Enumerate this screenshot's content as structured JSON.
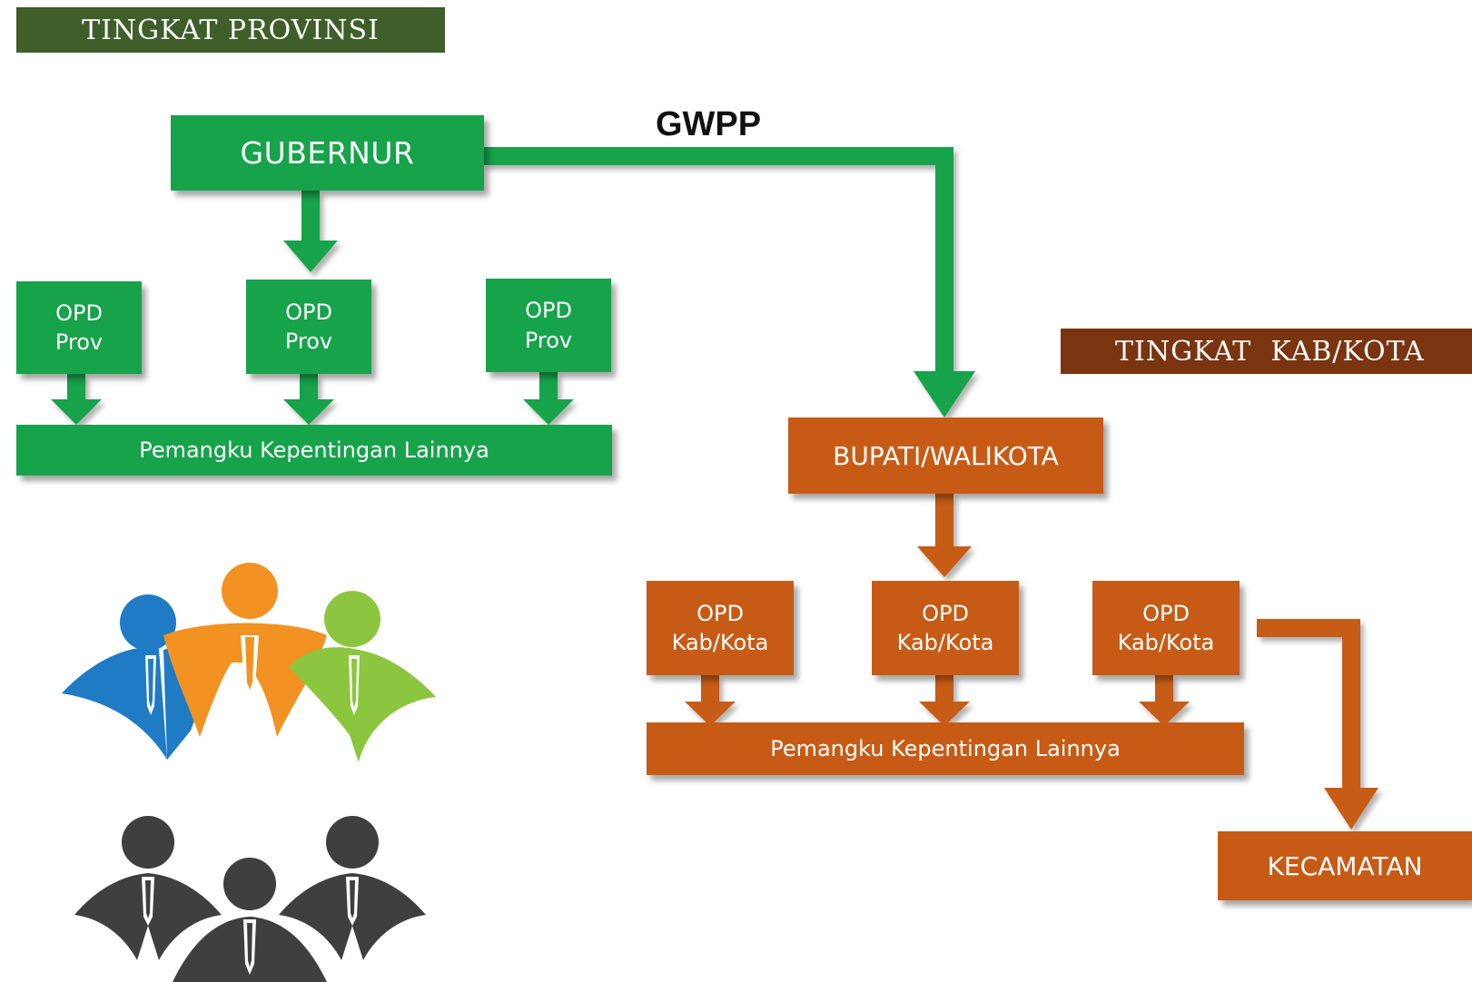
{
  "colors": {
    "green": "#16a34a",
    "orange": "#c75b16",
    "province_banner": "#3f5e2a",
    "city_banner": "#7a3410"
  },
  "province": {
    "banner": "TINGKAT PROVINSI",
    "governor": "GUBERNUR",
    "opd": [
      {
        "line1": "OPD",
        "line2": "Prov"
      },
      {
        "line1": "OPD",
        "line2": "Prov"
      },
      {
        "line1": "OPD",
        "line2": "Prov"
      }
    ],
    "stakeholders": "Pemangku Kepentingan Lainnya"
  },
  "link_label": "GWPP",
  "city": {
    "banner": "TINGKAT  KAB/KOTA",
    "head": "BUPATI/WALIKOTA",
    "opd": [
      {
        "line1": "OPD",
        "line2": "Kab/Kota"
      },
      {
        "line1": "OPD",
        "line2": "Kab/Kota"
      },
      {
        "line1": "OPD",
        "line2": "Kab/Kota"
      }
    ],
    "stakeholders": "Pemangku Kepentingan Lainnya",
    "district": "KECAMATAN"
  },
  "icons": [
    "colored-people-group-icon",
    "gray-people-group-icon"
  ]
}
